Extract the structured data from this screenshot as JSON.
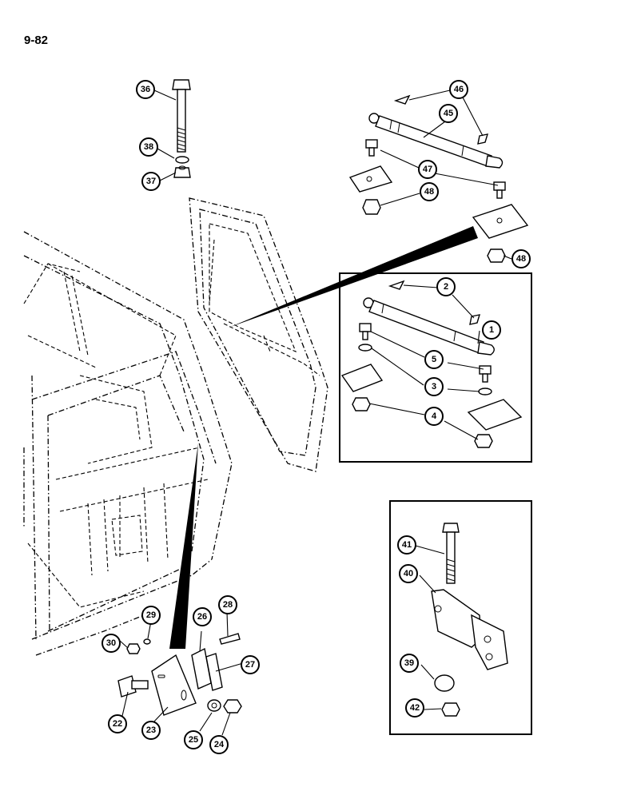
{
  "page": {
    "number": "9-82"
  },
  "callouts": [
    {
      "id": "c1",
      "label": "1"
    },
    {
      "id": "c2",
      "label": "2"
    },
    {
      "id": "c3",
      "label": "3"
    },
    {
      "id": "c4",
      "label": "4"
    },
    {
      "id": "c5",
      "label": "5"
    },
    {
      "id": "c22",
      "label": "22"
    },
    {
      "id": "c23",
      "label": "23"
    },
    {
      "id": "c24",
      "label": "24"
    },
    {
      "id": "c25",
      "label": "25"
    },
    {
      "id": "c26",
      "label": "26"
    },
    {
      "id": "c27",
      "label": "27"
    },
    {
      "id": "c28",
      "label": "28"
    },
    {
      "id": "c29",
      "label": "29"
    },
    {
      "id": "c30",
      "label": "30"
    },
    {
      "id": "c36",
      "label": "36"
    },
    {
      "id": "c37",
      "label": "37"
    },
    {
      "id": "c38",
      "label": "38"
    },
    {
      "id": "c39",
      "label": "39"
    },
    {
      "id": "c40",
      "label": "40"
    },
    {
      "id": "c41",
      "label": "41"
    },
    {
      "id": "c42",
      "label": "42"
    },
    {
      "id": "c45",
      "label": "45"
    },
    {
      "id": "c46",
      "label": "46"
    },
    {
      "id": "c47",
      "label": "47"
    },
    {
      "id": "c48a",
      "label": "48"
    },
    {
      "id": "c48b",
      "label": "48"
    }
  ]
}
